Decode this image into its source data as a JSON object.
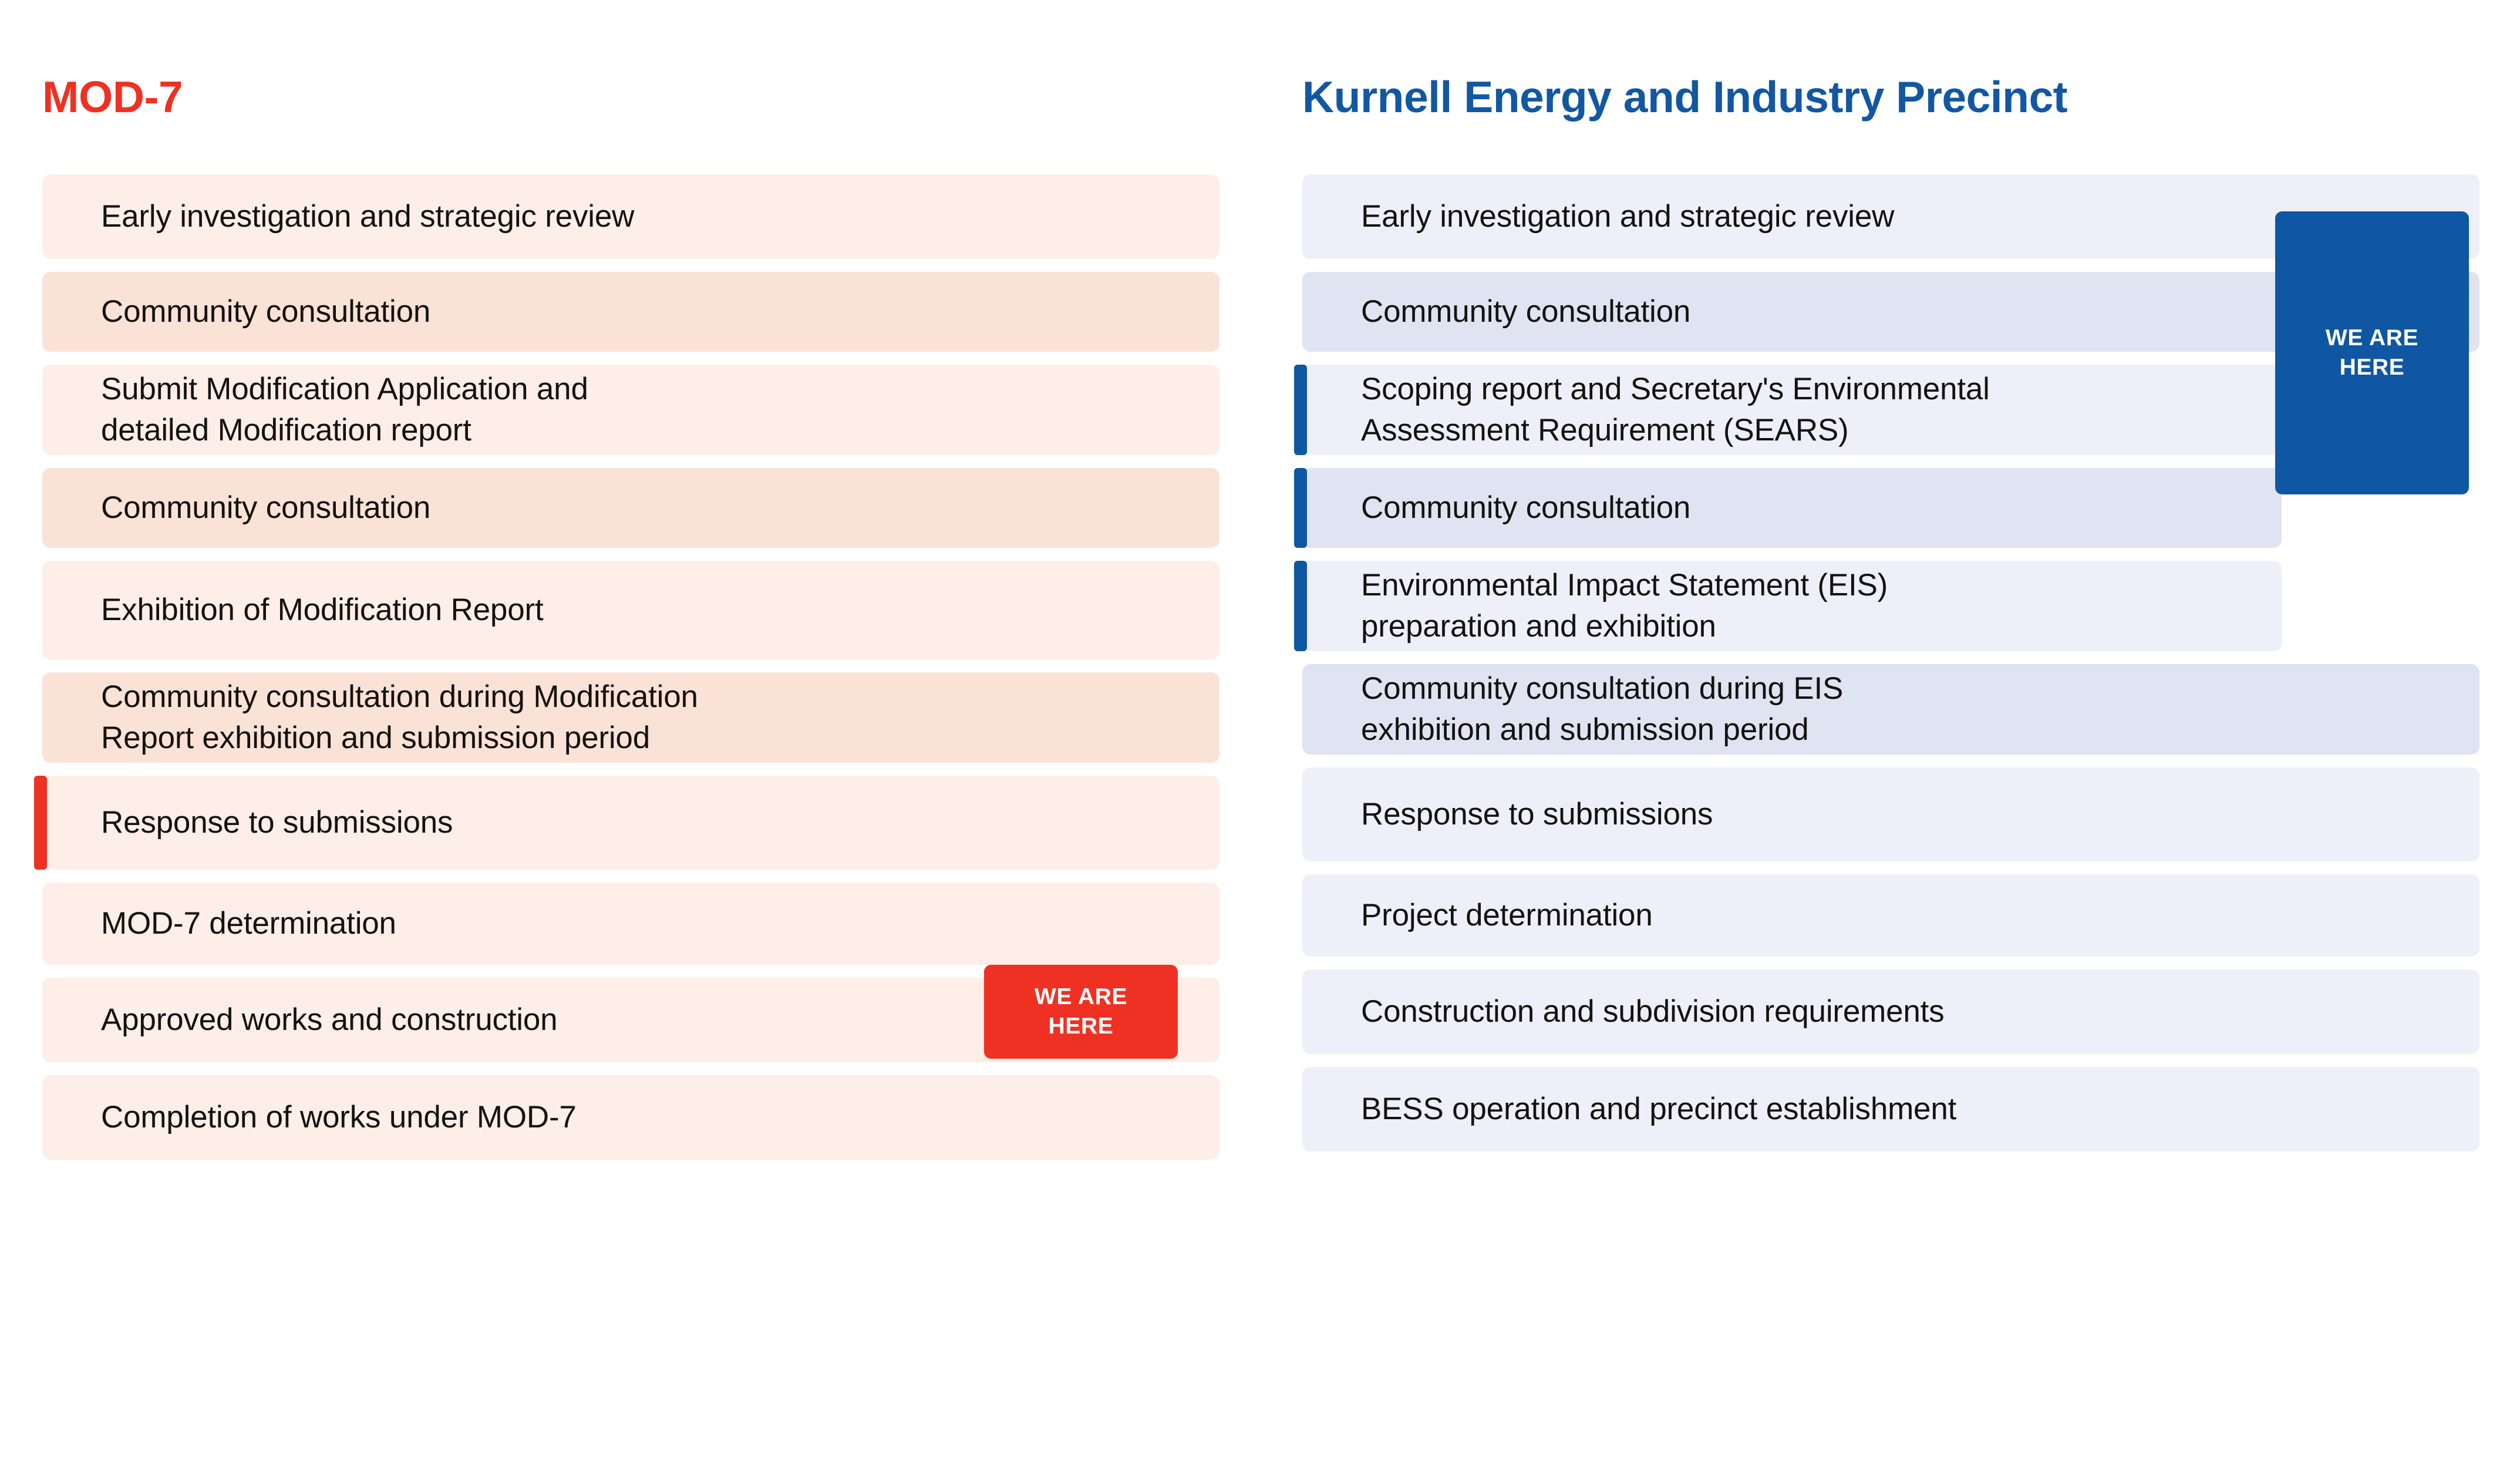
{
  "columns": [
    {
      "title": "MOD-7",
      "accent_color": "#ef3124",
      "marker": {
        "label": "WE ARE\nHERE",
        "attached_to_step": 7
      },
      "steps": [
        {
          "label": "Early investigation and strategic review",
          "tone": "a",
          "accent": false,
          "height": 144
        },
        {
          "label": "Community consultation",
          "tone": "b",
          "accent": false,
          "height": 136
        },
        {
          "label": "Submit Modification Application and\ndetailed Modification report",
          "tone": "a",
          "accent": false,
          "height": 154
        },
        {
          "label": "Community consultation",
          "tone": "b",
          "accent": false,
          "height": 136
        },
        {
          "label": "Exhibition of Modification Report",
          "tone": "a",
          "accent": false,
          "height": 168
        },
        {
          "label": "Community consultation during Modification\nReport exhibition and submission period",
          "tone": "b",
          "accent": false,
          "height": 154
        },
        {
          "label": "Response to submissions",
          "tone": "a",
          "accent": true,
          "height": 160
        },
        {
          "label": "MOD-7 determination",
          "tone": "a",
          "accent": false,
          "height": 140
        },
        {
          "label": "Approved works and construction",
          "tone": "a",
          "accent": false,
          "height": 144
        },
        {
          "label": "Completion of works under MOD-7",
          "tone": "a",
          "accent": false,
          "height": 144
        }
      ]
    },
    {
      "title": "Kurnell Energy and Industry Precinct",
      "accent_color": "#0f56a3",
      "marker": {
        "label": "WE ARE\nHERE",
        "attached_to_steps": [
          3,
          4,
          5
        ]
      },
      "steps": [
        {
          "label": "Early investigation and strategic review",
          "tone": "a",
          "accent": false,
          "clipped": false,
          "height": 144
        },
        {
          "label": "Community consultation",
          "tone": "b",
          "accent": false,
          "clipped": false,
          "height": 136
        },
        {
          "label": "Scoping report and Secretary's Environmental\nAssessment Requirement (SEARS)",
          "tone": "a",
          "accent": true,
          "clipped": true,
          "height": 154
        },
        {
          "label": "Community consultation",
          "tone": "b",
          "accent": true,
          "clipped": true,
          "height": 136
        },
        {
          "label": "Environmental Impact Statement (EIS)\npreparation and exhibition",
          "tone": "a",
          "accent": true,
          "clipped": true,
          "height": 154
        },
        {
          "label": "Community consultation during EIS\nexhibition and submission period",
          "tone": "b",
          "accent": false,
          "clipped": false,
          "height": 154
        },
        {
          "label": "Response to submissions",
          "tone": "a",
          "accent": false,
          "clipped": false,
          "height": 160
        },
        {
          "label": "Project determination",
          "tone": "a",
          "accent": false,
          "clipped": false,
          "height": 140
        },
        {
          "label": "Construction and subdivision requirements",
          "tone": "a",
          "accent": false,
          "clipped": false,
          "height": 144
        },
        {
          "label": "BESS operation and precinct establishment",
          "tone": "a",
          "accent": false,
          "clipped": false,
          "height": 144
        }
      ]
    }
  ],
  "palette": {
    "red": "#ef3124",
    "blue": "#0f56a3",
    "red_title": "#ef3124",
    "blue_title": "#1257a2",
    "red_step_light": "#fdeee7",
    "red_step_dark": "#fbe2d7",
    "blue_step_light": "#eeeff8",
    "blue_step_dark": "#e0e3f1",
    "text": "#14110f",
    "background": "#ffffff"
  }
}
